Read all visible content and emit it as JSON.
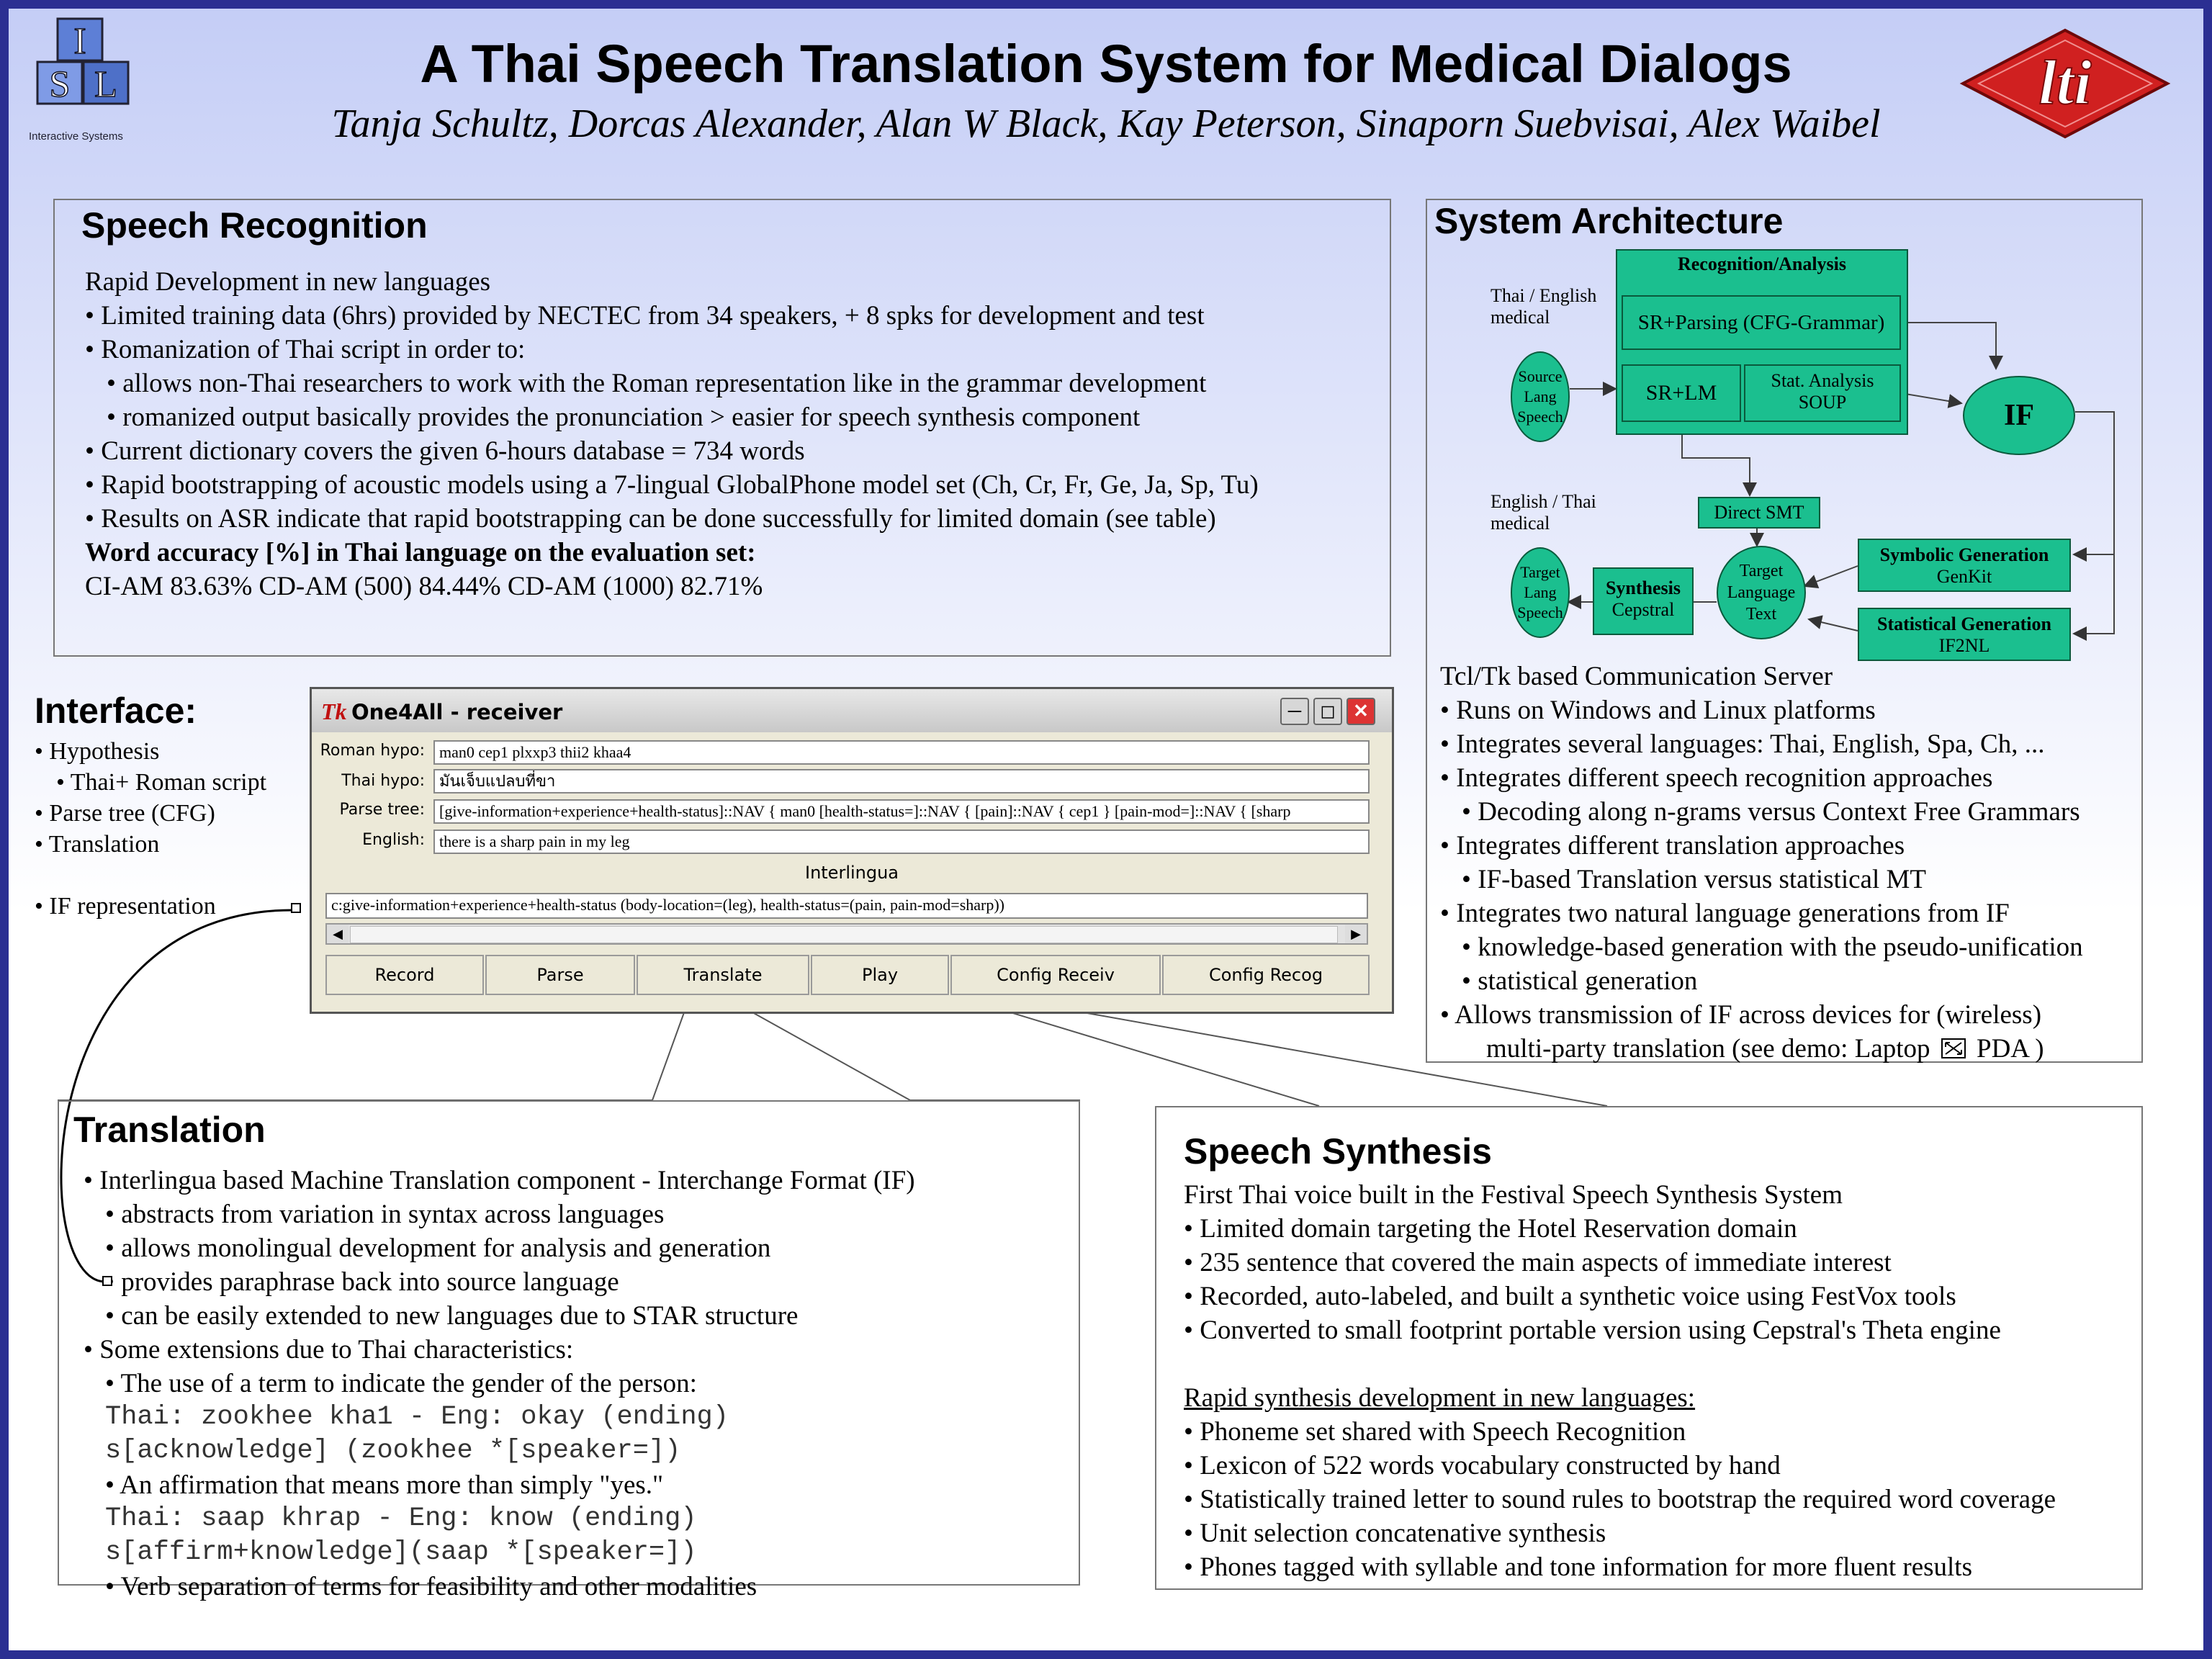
{
  "header": {
    "title": "A Thai Speech Translation System for Medical Dialogs",
    "authors": "Tanja Schultz, Dorcas Alexander, Alan W Black, Kay Peterson, Sinaporn Suebvisai, Alex Waibel",
    "isl_logo_caption": "Interactive Systems",
    "isl_logo_letters": "ISL",
    "lti_logo_text": "lti"
  },
  "speech_recognition": {
    "heading": "Speech Recognition",
    "lines": [
      "Rapid Development  in new languages",
      "• Limited training data (6hrs) provided by NECTEC from 34 speakers, + 8 spks for development and test",
      "• Romanization of Thai script in order to:",
      "• allows non-Thai researchers to work with the Roman representation like in the grammar  development",
      "• romanized output basically provides the pronunciation > easier for speech synthesis component",
      "• Current dictionary covers the given 6-hours database = 734 words",
      "• Rapid bootstrapping of acoustic models using a 7-lingual GlobalPhone model set (Ch, Cr, Fr, Ge, Ja, Sp, Tu)",
      "• Results on ASR indicate that rapid bootstrapping can be done successfully for limited domain (see table)",
      "Word accuracy  [%] in Thai language on the evaluation  set:",
      "CI-AM  83.63%   CD-AM (500) 84.44%  CD-AM (1000) 82.71%"
    ]
  },
  "system_architecture": {
    "heading": "System Architecture",
    "recognition_analysis": "Recognition/Analysis",
    "sr_parsing": "SR+Parsing (CFG-Grammar)",
    "sr_lm": "SR+LM",
    "stat_analysis_1": "Stat. Analysis",
    "stat_analysis_2": "SOUP",
    "if": "IF",
    "src_label_1": "Thai / English",
    "src_label_2": "medical",
    "src_oval_1": "Source",
    "src_oval_2": "Lang",
    "src_oval_3": "Speech",
    "direct_smt": "Direct SMT",
    "tgt_label_1": "English / Thai",
    "tgt_label_2": "medical",
    "tgt_oval_1": "Target",
    "tgt_oval_2": "Lang",
    "tgt_oval_3": "Speech",
    "synthesis_1": "Synthesis",
    "synthesis_2": "Cepstral",
    "tlt_1": "Target",
    "tlt_2": "Language",
    "tlt_3": "Text",
    "symgen_1": "Symbolic Generation",
    "symgen_2": "GenKit",
    "statgen_1": "Statistical Generation",
    "statgen_2": "IF2NL",
    "lines": [
      "Tcl/Tk based Communication Server",
      "• Runs on Windows and Linux platforms",
      "• Integrates several languages: Thai, English, Spa, Ch, ...",
      "• Integrates different speech recognition approaches",
      "• Decoding along n-grams versus Context Free Grammars",
      "• Integrates different translation approaches",
      "• IF-based Translation versus statistical MT",
      "• Integrates two natural language generations from IF",
      "• knowledge-based generation with the pseudo-unification",
      "• statistical generation",
      "• Allows transmission of IF across devices for (wireless)",
      "multi-party translation (see demo: Laptop",
      "PDA )"
    ]
  },
  "interface": {
    "heading": "Interface:",
    "lines": [
      "• Hypothesis",
      "• Thai+ Roman script",
      "• Parse tree (CFG)",
      "• Translation",
      "• IF representation"
    ]
  },
  "app": {
    "title": "One4All - receiver",
    "tk_icon": "Tk",
    "labels": {
      "roman": "Roman hypo:",
      "thai": "Thai hypo:",
      "parse": "Parse tree:",
      "english": "English:",
      "interlingua": "Interlingua"
    },
    "values": {
      "roman": "man0 cep1 plxxp3 thii2 khaa4",
      "thai": "มันเจ็บแปลบที่ขา",
      "parse": "[give-information+experience+health-status]::NAV { man0 [health-status=]::NAV { [pain]::NAV { cep1 } [pain-mod=]::NAV { [sharp",
      "english": "there is a sharp pain in my leg",
      "interlingua": "c:give-information+experience+health-status (body-location=(leg), health-status=(pain, pain-mod=sharp))"
    },
    "buttons": [
      "Record",
      "Parse",
      "Translate",
      "Play",
      "Config Receiv",
      "Config Recog"
    ]
  },
  "translation": {
    "heading": "Translation",
    "l1": "• Interlingua based Machine Translation component - Interchange Format (IF)",
    "l2": "• abstracts from variation in syntax across languages",
    "l3": "• allows monolingual development  for analysis and generation",
    "l4": "• provides paraphrase back into source language",
    "l5": "• can be easily extended to new languages due to STAR structure",
    "l6": "• Some extensions due to Thai characteristics:",
    "l7": "• The use of a term to indicate the gender of the person:",
    "m1": "Thai: zookhee kha1 - Eng:  okay (ending)",
    "m2": "s[acknowledge] (zookhee *[speaker=])",
    "l8": "•   An affirmation that means more than simply \"yes.\"",
    "m3": "Thai: saap khrap - Eng:  know (ending)",
    "m4": "s[affirm+knowledge](saap *[speaker=])",
    "l9": "• Verb separation of terms for feasibility and other modalities"
  },
  "speech_synthesis": {
    "heading": "Speech Synthesis",
    "lines": [
      "First Thai voice built in the Festival Speech Synthesis System",
      "• Limited domain targeting the Hotel Reservation domain",
      "• 235 sentence that covered the main aspects of immediate interest",
      "• Recorded, auto-labeled, and built a synthetic voice using FestVox tools",
      "• Converted to small footprint portable version using Cepstral's Theta engine"
    ],
    "subheading": "Rapid synthesis development  in new languages:",
    "lines2": [
      "• Phoneme set shared with Speech Recognition",
      "• Lexicon of 522 words vocabulary constructed by hand",
      "• Statistically trained letter to sound rules to bootstrap the required word coverage",
      "• Unit selection concatenative synthesis",
      "• Phones tagged with syllable and tone information for more  fluent results"
    ]
  }
}
